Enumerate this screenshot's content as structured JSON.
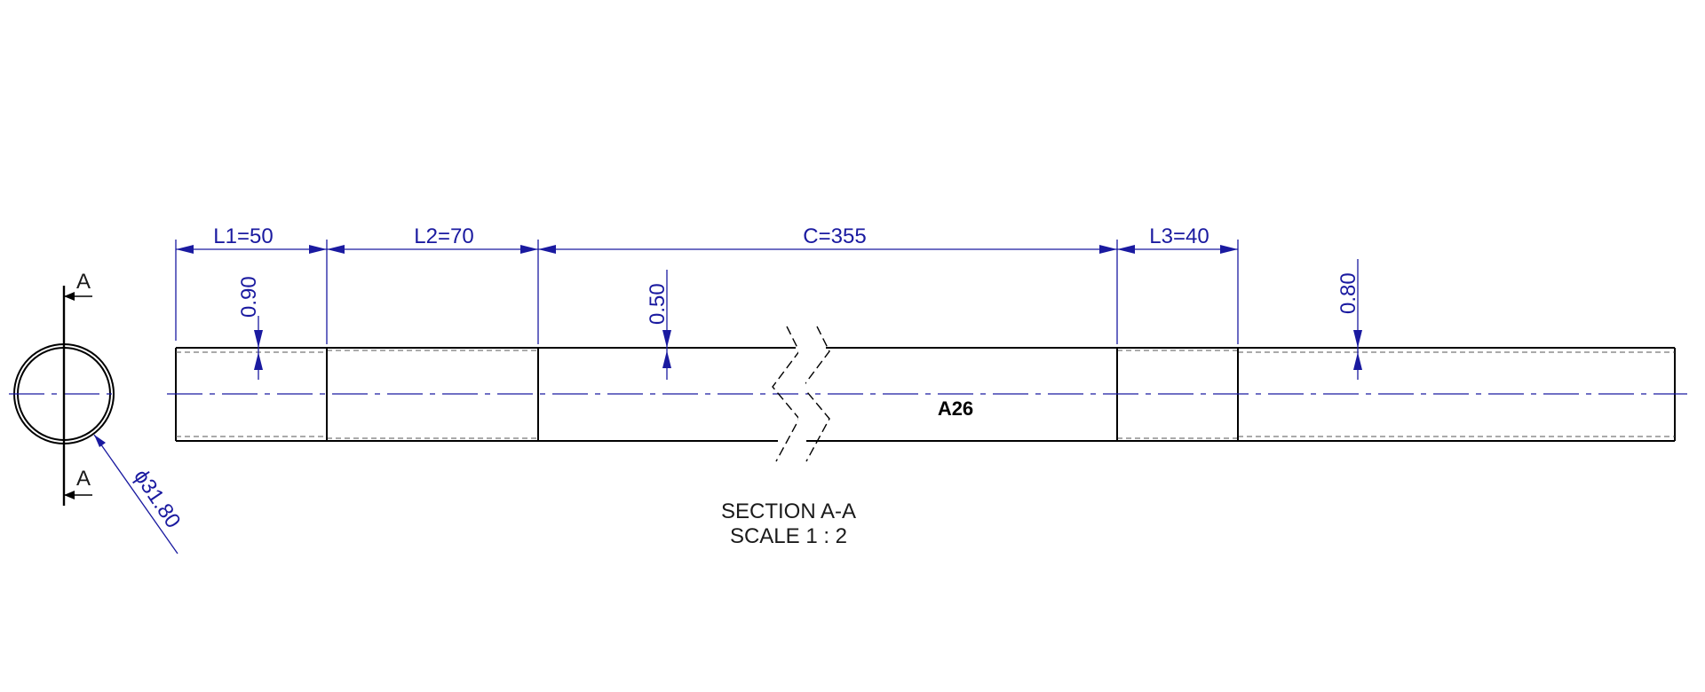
{
  "colors": {
    "dimension": "#1a1aa0",
    "outline": "#000000",
    "background": "#ffffff"
  },
  "dimensions": {
    "l1": "L1=50",
    "l2": "L2=70",
    "c": "C=355",
    "l3": "L3=40",
    "wall_1": "0.90",
    "wall_2": "0.50",
    "wall_3": "0.80",
    "diameter": "ϕ31.80"
  },
  "section_markers": {
    "top": "A",
    "bottom": "A"
  },
  "part_label": "A26",
  "caption": {
    "line1": "SECTION A-A",
    "line2": "SCALE 1 : 2"
  }
}
